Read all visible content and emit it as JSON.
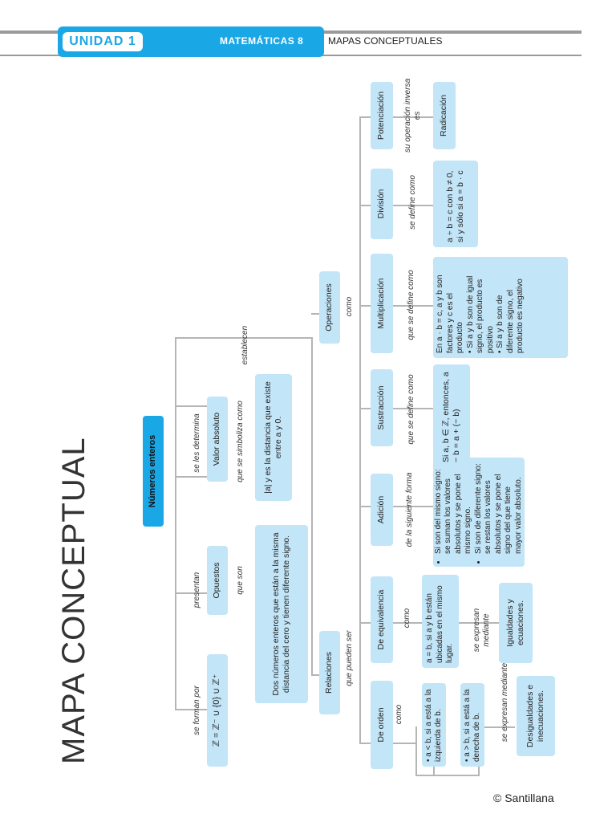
{
  "header": {
    "unit": "UNIDAD 1",
    "subject": "MATEMÁTICAS 8",
    "section": "MAPAS CONCEPTUALES"
  },
  "title": "MAPA CONCEPTUAL",
  "root": "Números enteros",
  "links": {
    "se_forman_por": "se forman por",
    "presentan": "presentan",
    "se_les_determina": "se les determina",
    "establecen": "establecen",
    "que_son": "que son",
    "que_se_simboliza_como": "que se simboliza como",
    "que_pueden_ser": "que pueden ser",
    "como": "como",
    "como2": "como",
    "como3": "como",
    "se_expresan_mediante": "se expresan mediante",
    "se_expresan_mediante2": "se expresan mediante",
    "de_la_siguiente_forma": "de la siguiente forma",
    "que_se_define_como": "que se define como",
    "que_se_define_como2": "que se define como",
    "se_define_como": "se define como",
    "su_operacion_inversa_es": "su operación inversa es"
  },
  "nodes": {
    "conjunto": "ℤ = ℤ⁻ ∪ {0} ∪ ℤ⁺",
    "opuestos": "Opuestos",
    "opuestos_def": "Dos números enteros que están a la misma distancia del cero y tienen diferente signo.",
    "valor_absoluto": "Valor absoluto",
    "valor_absoluto_def": "|a| y es la distancia que existe entre a y 0.",
    "relaciones": "Relaciones",
    "operaciones": "Operaciones",
    "de_orden": "De orden",
    "de_equivalencia": "De equivalencia",
    "orden_menor": "• a < b, si a está a la izquierda de b.",
    "orden_mayor": "• a > b, si a está a la derecha de b.",
    "desigualdades": "Desigualdades e inecuaciones.",
    "equivalencia_def": "a = b, si a y b están ubicadas en el mismo lugar.",
    "igualdades": "Igualdades y ecuaciones.",
    "adicion": "Adición",
    "adicion_1": "Si son del mismo signo: se suman los valores absolutos y se pone el mismo signo.",
    "adicion_2": "Si son de diferente signo: se restan los valores absolutos y se pone el signo del que tiene mayor valor absoluto.",
    "sustraccion": "Sustracción",
    "sustraccion_def": "Si a, b ∈ ℤ, entonces, a − b = a + (− b)",
    "multiplicacion": "Multiplicación",
    "multiplicacion_1": "En a · b = c, a y b son factores y c es el producto",
    "multiplicacion_2": "Si a y b son de igual signo, el producto es positivo",
    "multiplicacion_3": "Si a y b son de diferente signo, el producto es negativo",
    "division": "División",
    "division_def": "a ÷ b = c con b ≠ 0, si y sólo si a = b · c",
    "potenciacion": "Potenciación",
    "radicacion": "Radicación"
  },
  "footer": "© Santillana",
  "colors": {
    "accent": "#1aa7e6",
    "node": "#c3e5f8",
    "line": "#b5b5b5"
  }
}
